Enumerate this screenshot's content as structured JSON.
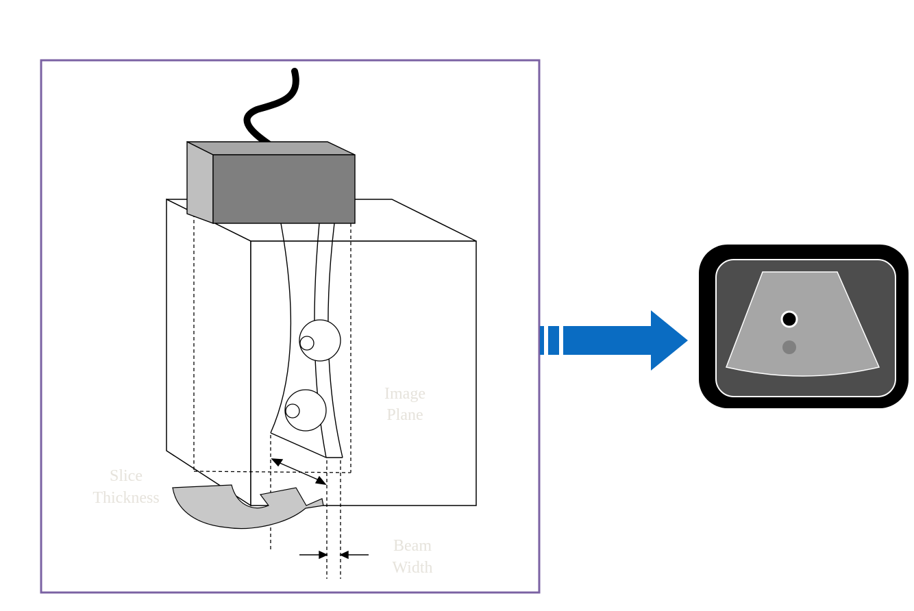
{
  "colors": {
    "frame_border": "#7b62a3",
    "probe_front": "#7f7f7f",
    "probe_side": "#bfbfbf",
    "arrow_blue": "#0a6cc2",
    "monitor_bezel": "#000000",
    "monitor_screen": "#4d4d4d",
    "sector_fill": "#a6a6a6",
    "target_dark": "#000000",
    "target_grey": "#808080",
    "faint_label": "#e6e3dc"
  },
  "labels": {
    "image_plane": [
      "Image",
      "Plane"
    ],
    "slice_thickness": [
      "Slice",
      "Thickness"
    ],
    "beam_width": [
      "Beam",
      "Width"
    ]
  },
  "icons": {
    "transducer": "ultrasound-probe-icon",
    "monitor": "ultrasound-monitor-icon",
    "arrow": "right-arrow-icon"
  }
}
